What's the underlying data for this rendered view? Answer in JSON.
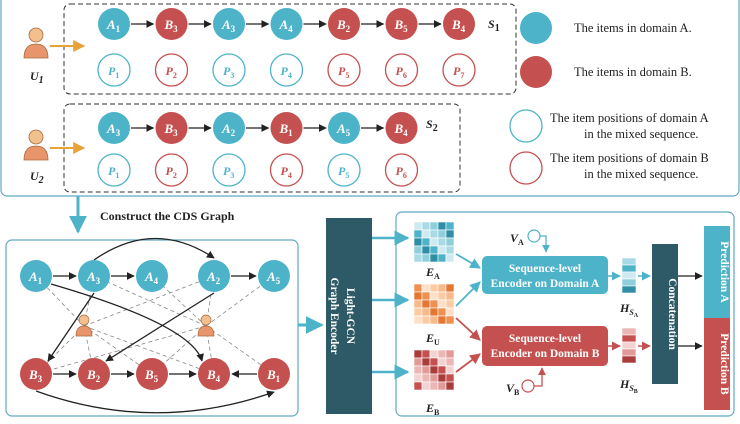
{
  "users": {
    "u1": "U",
    "u1_sub": "1",
    "u2": "U",
    "u2_sub": "2"
  },
  "sequences": {
    "s1": {
      "label": "S",
      "sub": "1",
      "items": [
        {
          "d": "A",
          "n": "1"
        },
        {
          "d": "B",
          "n": "3"
        },
        {
          "d": "A",
          "n": "3"
        },
        {
          "d": "A",
          "n": "4"
        },
        {
          "d": "B",
          "n": "2"
        },
        {
          "d": "B",
          "n": "5"
        },
        {
          "d": "B",
          "n": "4"
        }
      ],
      "positions": [
        {
          "d": "A",
          "n": "1"
        },
        {
          "d": "B",
          "n": "2"
        },
        {
          "d": "A",
          "n": "3"
        },
        {
          "d": "A",
          "n": "4"
        },
        {
          "d": "B",
          "n": "5"
        },
        {
          "d": "B",
          "n": "6"
        },
        {
          "d": "B",
          "n": "7"
        }
      ]
    },
    "s2": {
      "label": "S",
      "sub": "2",
      "items": [
        {
          "d": "A",
          "n": "3"
        },
        {
          "d": "B",
          "n": "3"
        },
        {
          "d": "A",
          "n": "2"
        },
        {
          "d": "B",
          "n": "1"
        },
        {
          "d": "A",
          "n": "5"
        },
        {
          "d": "B",
          "n": "4"
        }
      ],
      "positions": [
        {
          "d": "A",
          "n": "1"
        },
        {
          "d": "B",
          "n": "2"
        },
        {
          "d": "A",
          "n": "3"
        },
        {
          "d": "B",
          "n": "4"
        },
        {
          "d": "A",
          "n": "5"
        },
        {
          "d": "B",
          "n": "6"
        }
      ]
    }
  },
  "legend": {
    "items_a": "The items in domain A.",
    "items_b": "The items in domain B.",
    "pos_a_line1": "The item positions of domain A",
    "pos_a_line2": "in the mixed sequence.",
    "pos_b_line1": "The item positions of domain B",
    "pos_b_line2": "in the mixed sequence."
  },
  "construct_label": "Construct the CDS Graph",
  "graph": {
    "top": [
      {
        "n": "1"
      },
      {
        "n": "3"
      },
      {
        "n": "4"
      },
      {
        "n": "2"
      },
      {
        "n": "5"
      }
    ],
    "bottom": [
      {
        "n": "3"
      },
      {
        "n": "2"
      },
      {
        "n": "5"
      },
      {
        "n": "4"
      },
      {
        "n": "1"
      }
    ]
  },
  "encoder": {
    "line1": "Light-GCN",
    "line2": "Graph Encoder"
  },
  "embeddings": {
    "ea": "E",
    "ea_sub": "A",
    "eu": "E",
    "eu_sub": "U",
    "eb": "E",
    "eb_sub": "B"
  },
  "vectors": {
    "va": "V",
    "va_sub": "A",
    "vb": "V",
    "vb_sub": "B"
  },
  "seq_encoder_a": {
    "line1": "Sequence-level",
    "line2": "Encoder on Domain A"
  },
  "seq_encoder_b": {
    "line1": "Sequence-level",
    "line2": "Encoder on Domain B"
  },
  "hidden": {
    "ha": "H",
    "ha_sub": "S",
    "ha_subsub": "A",
    "hb": "H",
    "hb_sub": "S",
    "hb_subsub": "B"
  },
  "concat_label": "Concatenation",
  "pred_a": "Prediction A",
  "pred_b": "Prediction B",
  "colors": {
    "domain_a": "#4db3c9",
    "domain_b": "#c4504f",
    "encoder": "#2e5966",
    "user_body": "#e8956b",
    "user_head": "#f2c08c"
  }
}
